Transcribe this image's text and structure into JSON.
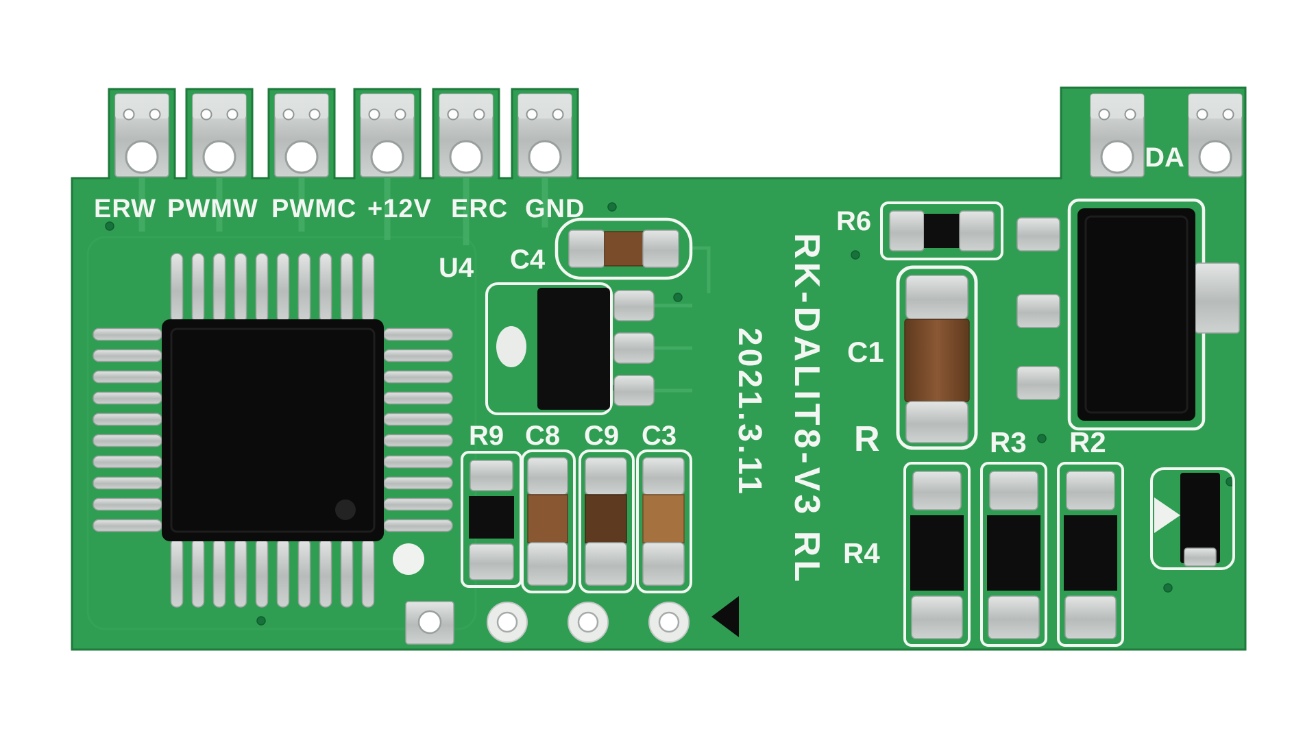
{
  "scene": {
    "type": "photo of a green electronic circuit board module on white background"
  },
  "colors": {
    "background": "#ffffff",
    "board_green": "#2f9e52",
    "board_edge": "#1d7a3b",
    "silkscreen_white": "#f3f6f2",
    "metal_silver": "#bcc0bf",
    "component_black": "#0c0c0c",
    "cap_brown_c4": "#7b4c2a",
    "cap_brown_c8": "#8a5733",
    "cap_brown_c9": "#5e3a20",
    "cap_brown_c3": "#a5713e",
    "cap_brown_c1": "#7d4e2b"
  },
  "connectors": {
    "left_labels": [
      "ERW",
      "PWMW",
      "PWMC",
      "+12V",
      "ERC",
      "GND"
    ],
    "right_label": "DA"
  },
  "silkscreen_text": {
    "model": "RK-DALIT8-V3 RL",
    "date": "2021.3.11"
  },
  "designators": {
    "u4": "U4",
    "c4": "C4",
    "r9": "R9",
    "c8": "C8",
    "c9": "C9",
    "c3": "C3",
    "r6": "R6",
    "c1": "C1",
    "r": "R",
    "r3": "R3",
    "r2": "R2",
    "r4": "R4"
  }
}
